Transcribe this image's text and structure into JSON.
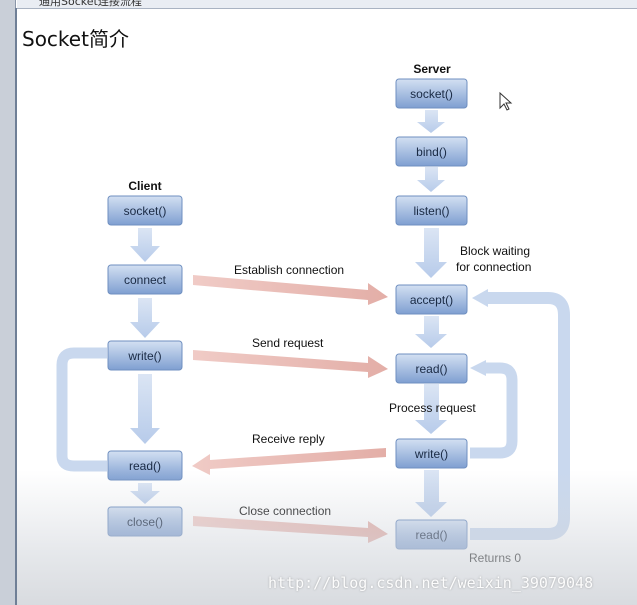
{
  "window": {
    "tab_title": "通用Socket连接流程"
  },
  "slide": {
    "title": "Socket简介"
  },
  "server": {
    "heading": "Server",
    "socket": "socket()",
    "bind": "bind()",
    "listen": "listen()",
    "accept": "accept()",
    "read1": "read()",
    "write": "write()",
    "read2": "read()"
  },
  "client": {
    "heading": "Client",
    "socket": "socket()",
    "connect": "connect",
    "write": "write()",
    "read": "read()",
    "close": "close()"
  },
  "labels": {
    "block_waiting_1": "Block waiting",
    "block_waiting_2": "for connection",
    "establish": "Establish connection",
    "send_request": "Send request",
    "process_request": "Process request",
    "receive_reply": "Receive reply",
    "close_connection": "Close connection",
    "returns_0": "Returns 0"
  },
  "watermark": "http://blog.csdn.net/weixin_39079048",
  "colors": {
    "box_top": "#c9d8ee",
    "box_bottom": "#7f9fd1",
    "arrow_blue": "#c3d3ec",
    "arrow_red": "#e6b6b0"
  }
}
